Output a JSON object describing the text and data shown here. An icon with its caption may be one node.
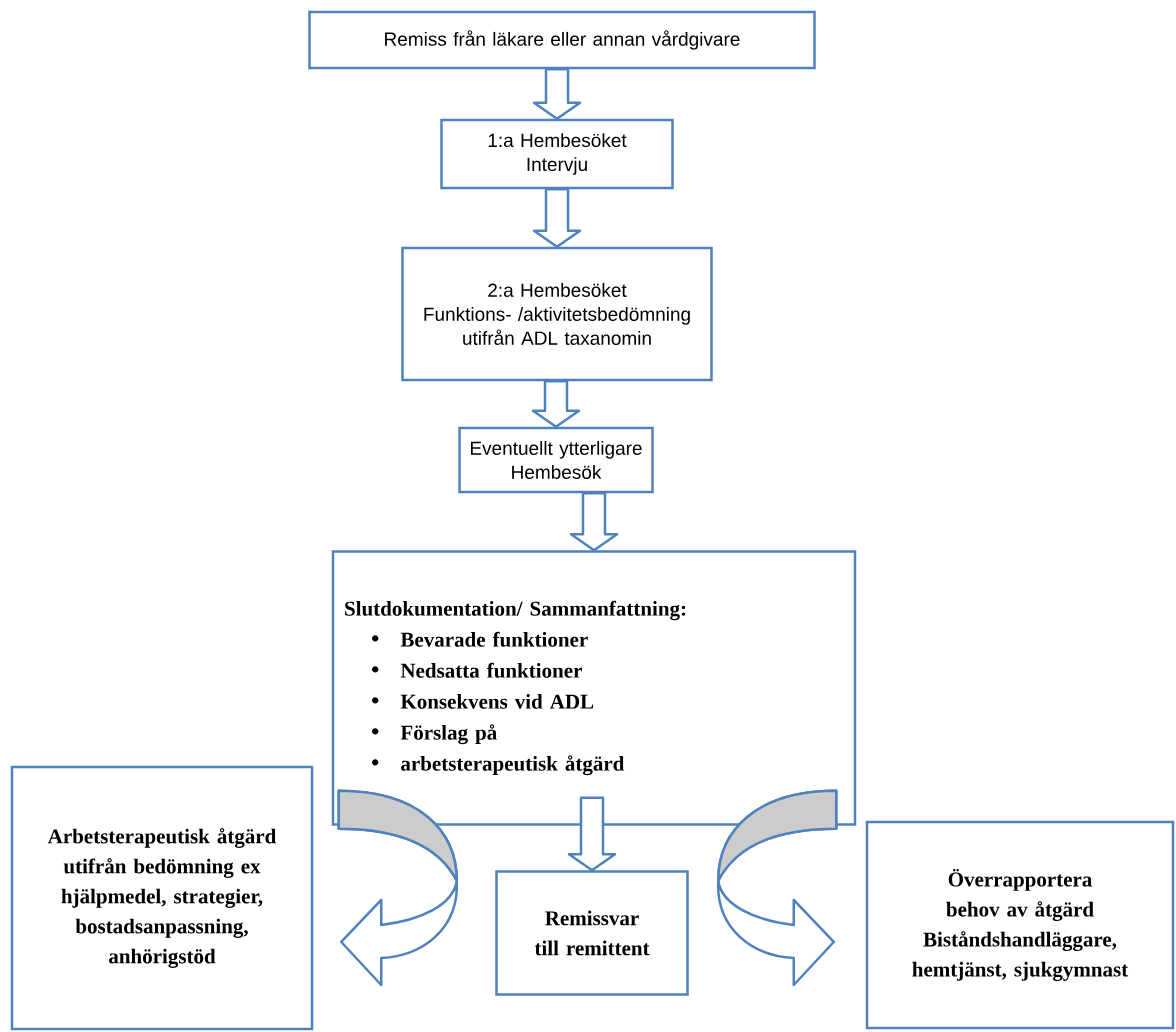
{
  "diagram": {
    "nodes": [
      {
        "text": [
          "Remiss från läkare eller annan vårdgivare"
        ]
      },
      {
        "text": [
          "1:a Hembesöket",
          "Intervju"
        ]
      },
      {
        "text": [
          "2:a Hembesöket",
          "Funktions- /aktivitetsbedömning utifrån ADL taxanomin"
        ]
      },
      {
        "text": [
          "Eventuellt ytterligare Hembesök"
        ]
      },
      {
        "text": [
          "Slutdokumentation/ Sammanfattning:",
          "Bevarade funktioner",
          "Nedsatta funktioner",
          "Konsekvens vid ADL",
          "Förslag på",
          "arbetsterapeutisk åtgärd"
        ]
      },
      {
        "text": [
          "Arbetsterapeutisk åtgärd utifrån bedömning ex hjälpmedel, strategier, bostadsanpassning, anhörigstöd"
        ]
      },
      {
        "text": [
          "Remissvar till remittent"
        ]
      },
      {
        "text": [
          "Överrapportera behov av åtgärd",
          "Biståndshandläggare, hemtjänst, sjukgymnast"
        ]
      }
    ],
    "edges": [
      {
        "from": 0,
        "to": 1,
        "arrow": "to"
      },
      {
        "from": 1,
        "to": 2,
        "arrow": "to"
      },
      {
        "from": 2,
        "to": 3,
        "arrow": "to"
      },
      {
        "from": 3,
        "to": 4,
        "arrow": "to"
      },
      {
        "from": 4,
        "to": 6,
        "arrow": "to"
      },
      {
        "from": 4,
        "to": 5,
        "arrow": "to"
      },
      {
        "from": 4,
        "to": 7,
        "arrow": "to"
      }
    ]
  }
}
